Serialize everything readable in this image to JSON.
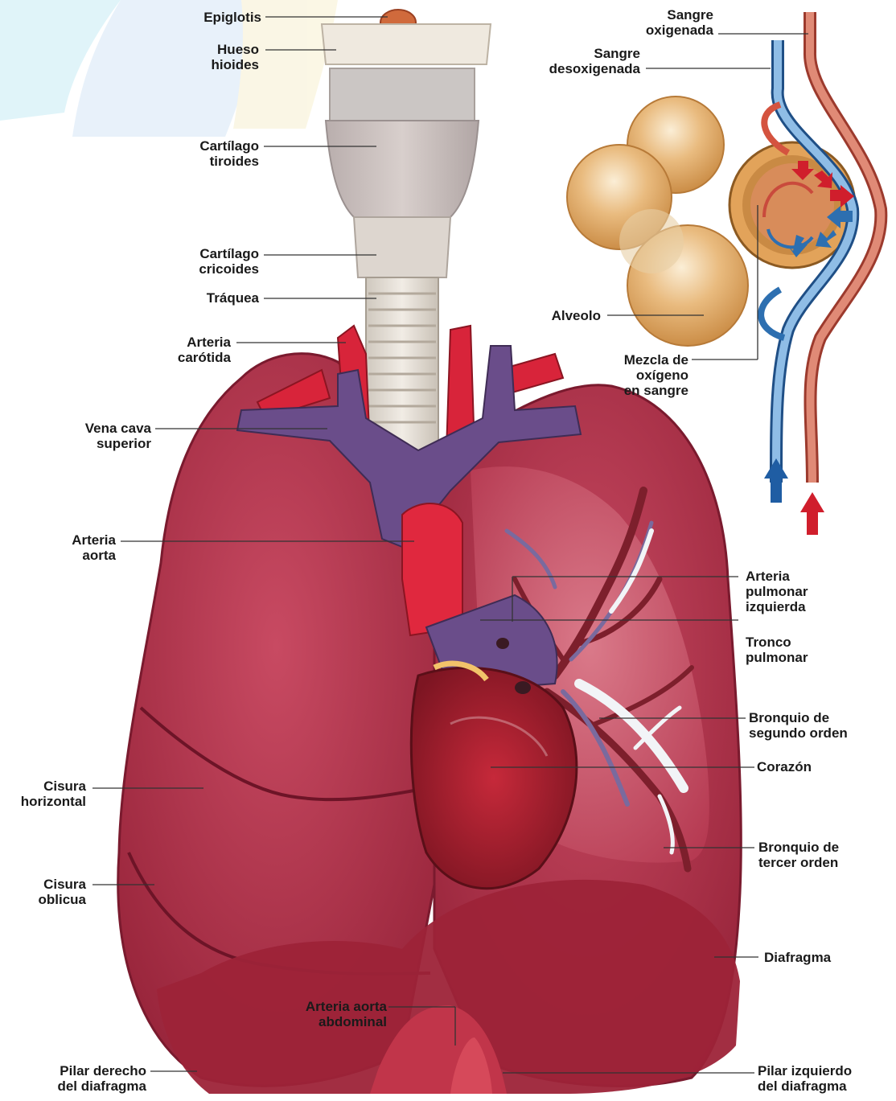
{
  "labels": {
    "epiglotis": "Epiglotis",
    "hueso": [
      "Hueso",
      "hioides"
    ],
    "tiroides": [
      "Cartílago",
      "tiroides"
    ],
    "cricoides": [
      "Cartílago",
      "cricoides"
    ],
    "traquea": "Tráquea",
    "carotida": [
      "Arteria",
      "carótida"
    ],
    "vena_cava": [
      "Vena cava",
      "superior"
    ],
    "aorta": [
      "Arteria",
      "aorta"
    ],
    "cisura_h": [
      "Cisura",
      "horizontal"
    ],
    "cisura_o": [
      "Cisura",
      "oblicua"
    ],
    "pilar_der": [
      "Pilar derecho",
      "del diafragma"
    ],
    "aorta_abd": [
      "Arteria aorta",
      "abdominal"
    ],
    "pilar_izq": [
      "Pilar izquierdo",
      "del diafragma"
    ],
    "diafragma": "Diafragma",
    "bronquio3": [
      "Bronquio de",
      "tercer orden"
    ],
    "corazon": "Corazón",
    "bronquio2": [
      "Bronquio de",
      "segundo orden"
    ],
    "tronco": [
      "Tronco",
      "pulmonar"
    ],
    "pulm_izq": [
      "Arteria",
      "pulmonar",
      "izquierda"
    ],
    "sangre_ox": [
      "Sangre",
      "oxigenada"
    ],
    "sangre_desox": [
      "Sangre",
      "desoxigenada"
    ],
    "alveolo": "Alveolo",
    "mezcla": [
      "Mezcla de",
      "oxígeno",
      "en sangre"
    ]
  },
  "colors": {
    "lung": "#b3304e",
    "lung_dark": "#8a1f36",
    "artery": "#d8243a",
    "vein": "#6a4d8a",
    "trachea": "#e6e0d8",
    "alveolus": "#e2a35a",
    "blood_red": "#d4533f",
    "blood_blue": "#2d6fb0"
  }
}
